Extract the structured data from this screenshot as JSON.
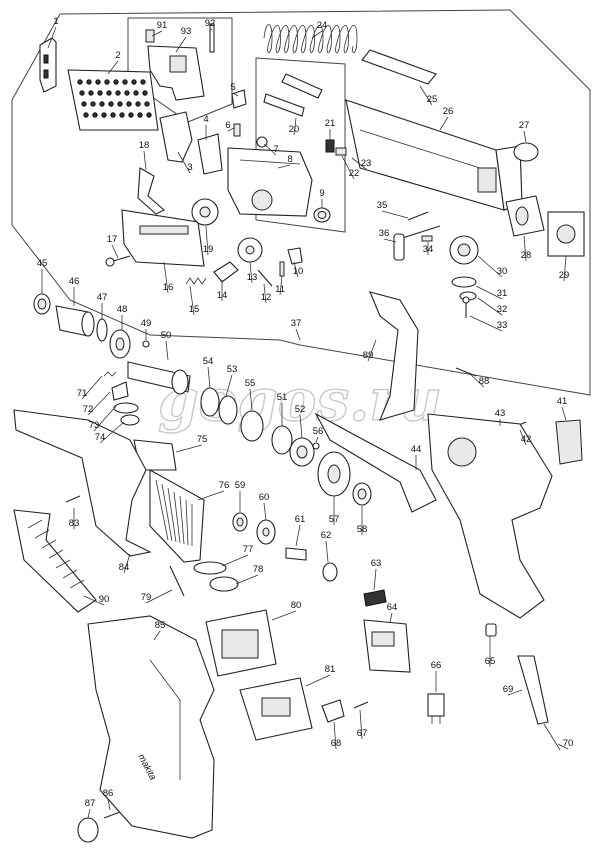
{
  "watermark": "gogos.ru",
  "brand_mark": "makita",
  "callouts": [
    "1",
    "2",
    "3",
    "4",
    "5",
    "6",
    "7",
    "8",
    "9",
    "10",
    "11",
    "12",
    "13",
    "14",
    "15",
    "16",
    "17",
    "18",
    "19",
    "20",
    "21",
    "22",
    "23",
    "24",
    "25",
    "26",
    "27",
    "28",
    "29",
    "30",
    "31",
    "32",
    "33",
    "34",
    "35",
    "36",
    "37",
    "41",
    "42",
    "43",
    "44",
    "45",
    "46",
    "47",
    "48",
    "49",
    "50",
    "51",
    "52",
    "53",
    "54",
    "55",
    "56",
    "57",
    "58",
    "59",
    "60",
    "61",
    "62",
    "63",
    "64",
    "65",
    "66",
    "67",
    "68",
    "69",
    "70",
    "71",
    "72",
    "73",
    "74",
    "75",
    "76",
    "77",
    "78",
    "79",
    "80",
    "81",
    "83",
    "84",
    "85",
    "86",
    "87",
    "88",
    "89",
    "90",
    "91",
    "92",
    "93"
  ]
}
